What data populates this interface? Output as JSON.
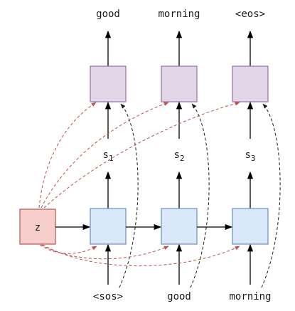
{
  "inputs": [
    "<sos>",
    "good",
    "morning"
  ],
  "outputs": [
    "good",
    "morning",
    "<eos>"
  ],
  "states": [
    {
      "base": "s",
      "sub": "1"
    },
    {
      "base": "s",
      "sub": "2"
    },
    {
      "base": "s",
      "sub": "3"
    }
  ],
  "latent": "z",
  "colors": {
    "encoder_fill": "#dae8fc",
    "encoder_stroke": "#6c8ebf",
    "decoder_fill": "#e1d5e7",
    "decoder_stroke": "#9673a6",
    "latent_fill": "#f8cecc",
    "latent_stroke": "#b85450",
    "dashed_black": "#1a1a1a",
    "dashed_red": "#c0504d"
  }
}
